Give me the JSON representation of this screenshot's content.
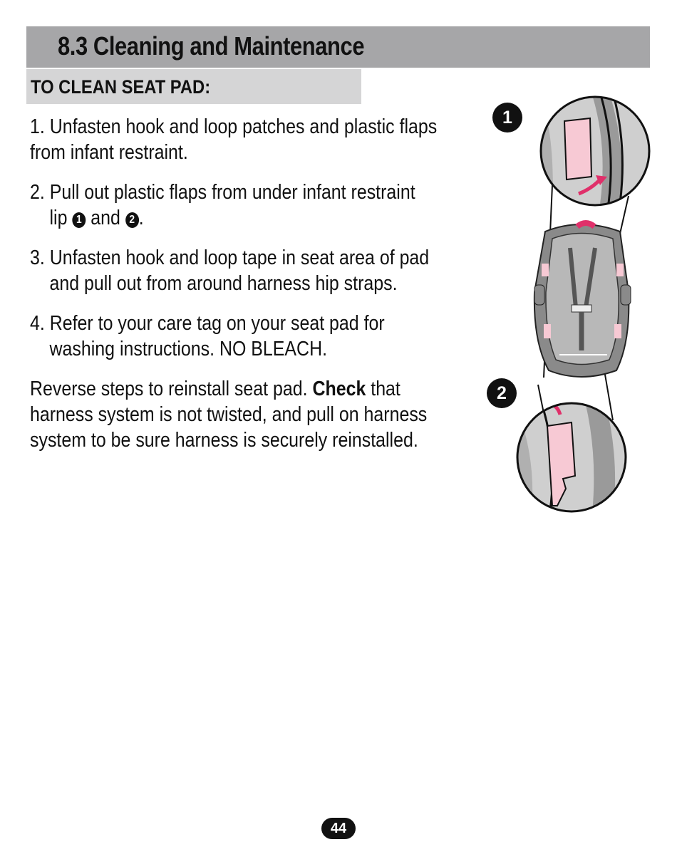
{
  "section": {
    "title": "8.3 Cleaning and Maintenance"
  },
  "subsection": {
    "title": "TO CLEAN SEAT PAD:"
  },
  "steps": [
    {
      "lines": [
        "1. Unfasten hook and loop patches and plastic flaps",
        "from infant restraint."
      ]
    },
    {
      "line1": "2. Pull out plastic flaps from under infant restraint",
      "line2_a": "lip ",
      "ref1": "1",
      "line2_b": " and ",
      "ref2": "2",
      "line2_c": "."
    },
    {
      "lines": [
        "3. Unfasten hook and loop tape in seat area of pad",
        "and pull out from around harness hip straps."
      ]
    },
    {
      "lines": [
        "4. Refer to your care tag on your seat pad for",
        "washing instructions. NO BLEACH."
      ]
    }
  ],
  "closing": {
    "line1_a": "Reverse steps to reinstall seat pad. ",
    "line1_bold": "Check",
    "line1_b": " that",
    "line2": "harness system is not twisted, and pull on harness",
    "line3": "system to be sure harness is securely reinstalled."
  },
  "illustration": {
    "callout_1": "1",
    "callout_2": "2",
    "colors": {
      "pad": "#f7c9d4",
      "arrow": "#e0306a",
      "shell": "#8a8a8a"
    }
  },
  "page_number": "44"
}
